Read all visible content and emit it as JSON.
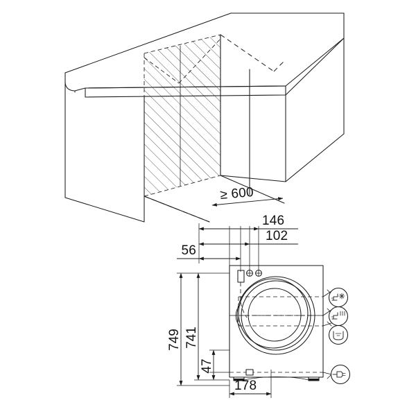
{
  "drawing": {
    "title": "Washing machine built-under installation drawing",
    "units": "mm",
    "line_color": "#1a1a1a",
    "background": "#ffffff"
  },
  "isometric_view": {
    "name": "cabinet-niche-isometric",
    "description": "Kitchen worktop cabinet run with hatched niche opening for appliance",
    "niche_depth_label": "≥ 600",
    "hatch_angle_deg": 45
  },
  "front_view": {
    "name": "washing-machine-front-elevation",
    "description": "Front elevation of washing machine with porthole door, connections and feet"
  },
  "dimensions": {
    "horizontal_top": [
      {
        "id": "dim-146",
        "value": "146"
      },
      {
        "id": "dim-102",
        "value": "102"
      },
      {
        "id": "dim-56",
        "value": "56"
      }
    ],
    "vertical_left": [
      {
        "id": "dim-749",
        "value": "749"
      },
      {
        "id": "dim-741",
        "value": "741"
      },
      {
        "id": "dim-47",
        "value": "47"
      }
    ],
    "horizontal_bottom": [
      {
        "id": "dim-178",
        "value": "178"
      }
    ],
    "isometric": [
      {
        "id": "dim-600",
        "value": "≥ 600"
      }
    ]
  },
  "connection_icons": [
    {
      "id": "cold-water-inlet-icon",
      "label": "",
      "symbol": "tap-cold"
    },
    {
      "id": "hot-water-inlet-icon",
      "label": "",
      "symbol": "tap-hot"
    },
    {
      "id": "drain-outlet-icon",
      "label": "",
      "symbol": "drain"
    },
    {
      "id": "power-plug-icon",
      "label": "",
      "symbol": "plug"
    }
  ]
}
